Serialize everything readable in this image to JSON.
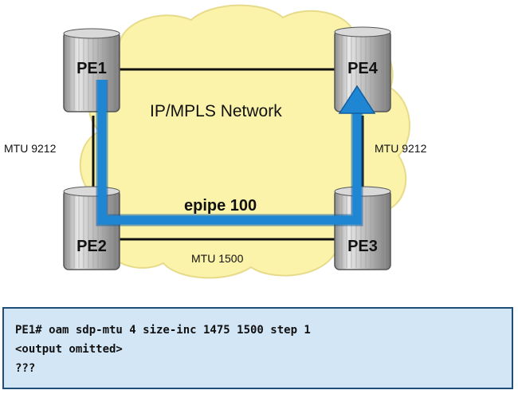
{
  "network": {
    "cloud_label": "IP/MPLS Network",
    "service_label": "epipe 100",
    "mtu_left": "MTU 9212",
    "mtu_right": "MTU 9212",
    "mtu_bottom": "MTU 1500"
  },
  "routers": [
    {
      "id": "pe1",
      "label": "PE1"
    },
    {
      "id": "pe4",
      "label": "PE4"
    },
    {
      "id": "pe2",
      "label": "PE2"
    },
    {
      "id": "pe3",
      "label": "PE3"
    }
  ],
  "colors": {
    "cloud": "#fbf3aa",
    "service_path": "#1e86d2",
    "cli_background": "#d3e6f6",
    "cli_border": "#1f4e79"
  },
  "cli": {
    "lines": [
      "PE1# oam sdp-mtu 4 size-inc 1475 1500 step 1",
      "<output omitted>",
      "???"
    ]
  }
}
